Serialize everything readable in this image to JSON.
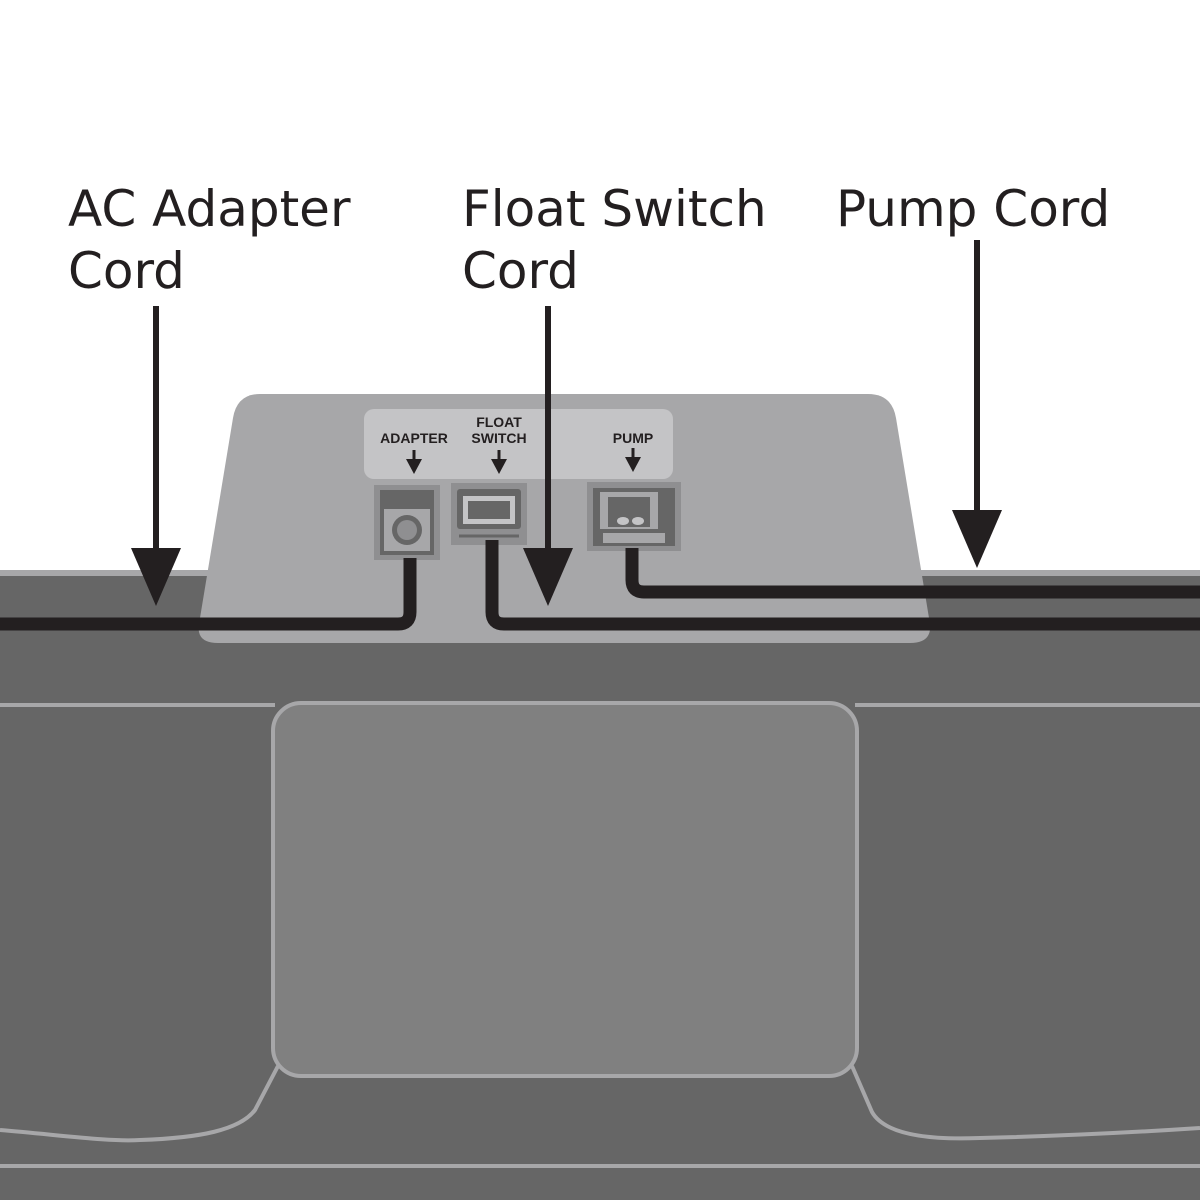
{
  "callouts": {
    "ac_adapter": "AC Adapter\nCord",
    "float_switch": "Float Switch\nCord",
    "pump": "Pump Cord"
  },
  "ports": {
    "adapter": "ADAPTER",
    "float_line1": "FLOAT",
    "float_line2": "SWITCH",
    "pump": "PUMP"
  },
  "colors": {
    "background": "#ffffff",
    "tank": "#666666",
    "tank_outline": "#a7a7a9",
    "control_box": "#a7a7a9",
    "label_panel": "#c4c4c6",
    "cord": "#231f20",
    "text": "#231f20"
  }
}
